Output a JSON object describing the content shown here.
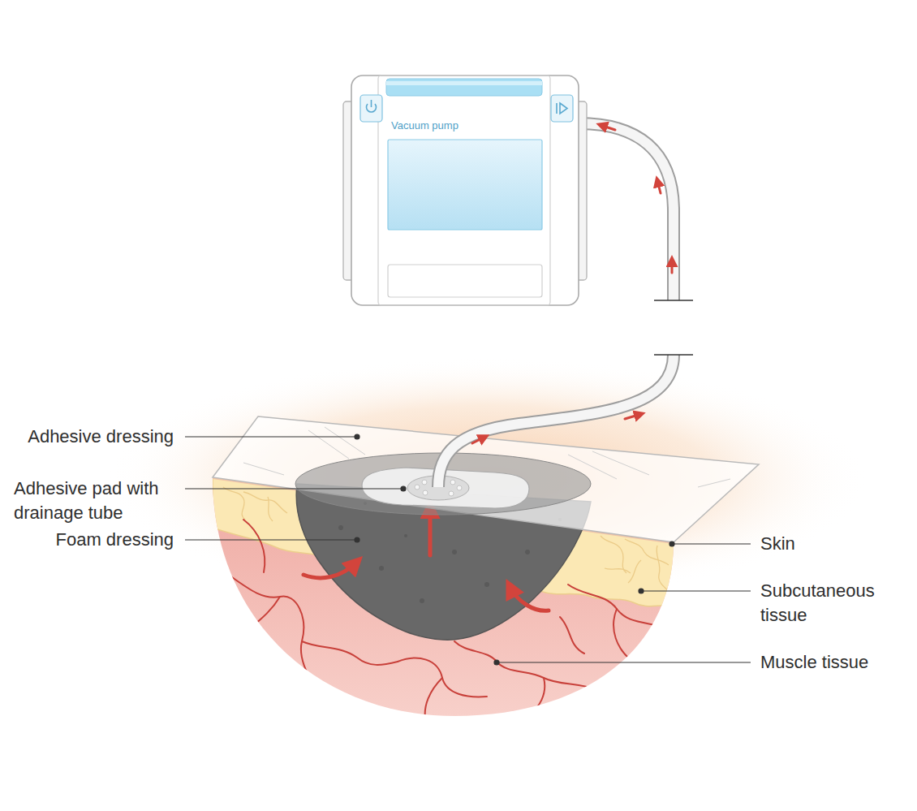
{
  "diagram": {
    "nodes": [
      {
        "text": [
          "Vacuum pump"
        ]
      }
    ],
    "labels": [
      "Adhesive dressing",
      "Adhesive pad with drainage tube",
      "Foam dressing",
      "Skin",
      "Subcutaneous tissue",
      "Muscle tissue"
    ]
  }
}
